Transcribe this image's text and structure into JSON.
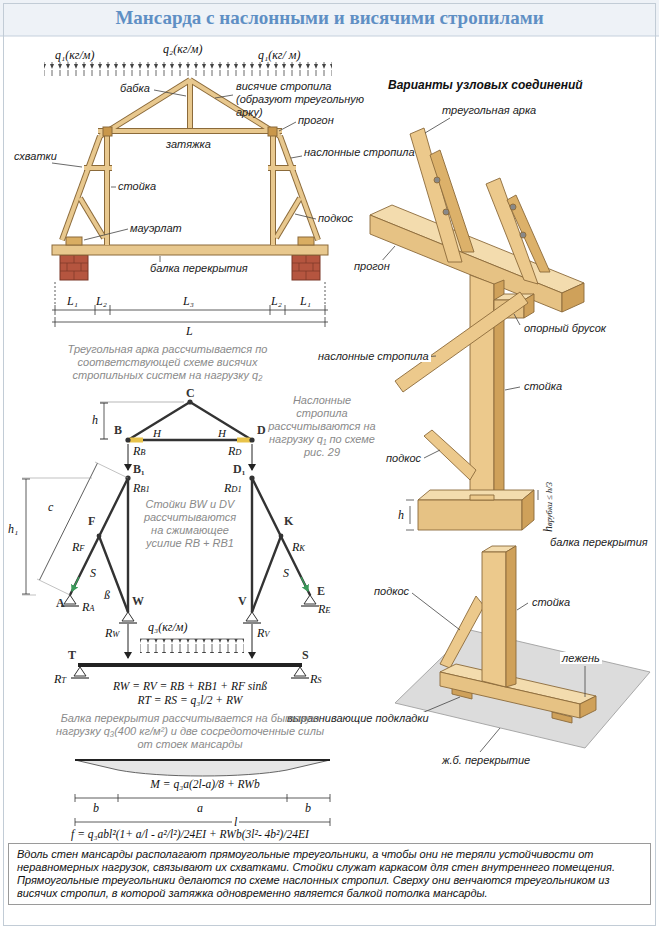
{
  "diagram": {
    "title": "Мансарда с наслонными и висячими стропилами",
    "caption": "Вдоль стен мансарды располагают прямоугольные треугольники, а чтобы они не теряли устойчивости от неравномерных нагрузок, связывают их схватками. Стойки служат каркасом для стен внутреннего помещения. Прямоугольные треугольники делаются по схеме наслонных стропил. Сверху они венчаются треугольником из висячих стропил, в которой затяжка одновременно является балкой потолка мансарды.",
    "labels": [
      "q₁(кг/м)",
      "q₂(кг/м)",
      "q₁(кг/ м)",
      "бабка",
      "висячие стропила (образуют треугольную арку)",
      "схватки",
      "затяжка",
      "прогон",
      "наслонные стропила",
      "стойка",
      "подкос",
      "мауэрлат",
      "балка перекрытия",
      "L₁",
      "L₂",
      "L₃",
      "L₂",
      "L₁",
      "L",
      "Варианты узловых соединений",
      "треугольная арка",
      "прогон",
      "опорный брусок",
      "наслонные стропила",
      "стойка",
      "подкос",
      "hврубки ≤ h/3",
      "h",
      "балка перекрытия",
      "подкос",
      "стойка",
      "лежень",
      "выравнивающие подкладки",
      "ж.б. перекрытие",
      "Треугольная арка рассчитывается по соответствующей схеме висячих стропильных систем на нагрузку q₂",
      "C",
      "h",
      "B",
      "H",
      "H",
      "D",
      "RB",
      "RD",
      "B₁",
      "D₁",
      "RB1",
      "RD1",
      "Наслонные стропила рассчитываются на нагрузку q₁ по схеме рис. 29",
      "c",
      "h₁",
      "Стойки BW и DV рассчитываются на сжимающее усилие RB + RB1",
      "F",
      "RF",
      "K",
      "RK",
      "S",
      "S",
      "ß",
      "A",
      "RA",
      "E",
      "RE",
      "W",
      "V",
      "RW",
      "q₃(кг/м)",
      "RV",
      "T",
      "S",
      "RT",
      "RS",
      "RW = RV = RB + RB1 + RF sinß",
      "RT = RS = q₃l/2 + RW",
      "Балка перекрытия рассчитывается на бытовую нагрузку q₃(400 кг/м²) и две сосредоточенные силы от стоек мансарды",
      "M = q₃a(2l-a)/8 + RWb",
      "b",
      "a",
      "b",
      "l",
      "f = q₃abl²(1+ a/l - a²/l²)/24EI + RWb(3l²- 4b²)/24EI"
    ]
  }
}
